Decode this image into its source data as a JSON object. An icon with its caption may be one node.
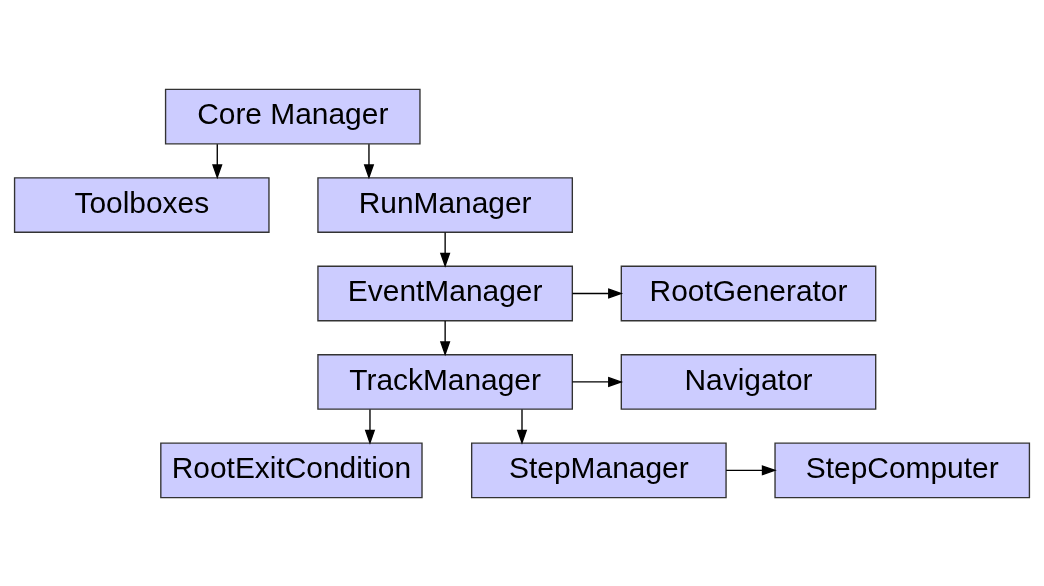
{
  "diagram": {
    "nodes": [
      {
        "text": [
          "Core Manager"
        ]
      },
      {
        "text": [
          "Toolboxes"
        ]
      },
      {
        "text": [
          "RunManager"
        ]
      },
      {
        "text": [
          "EventManager"
        ]
      },
      {
        "text": [
          "RootGenerator"
        ]
      },
      {
        "text": [
          "TrackManager"
        ]
      },
      {
        "text": [
          "Navigator"
        ]
      },
      {
        "text": [
          "RootExitCondition"
        ]
      },
      {
        "text": [
          "StepManager"
        ]
      },
      {
        "text": [
          "StepComputer"
        ]
      }
    ],
    "edges": [
      {
        "from": 0,
        "to": 1,
        "arrow": "to"
      },
      {
        "from": 0,
        "to": 2,
        "arrow": "to"
      },
      {
        "from": 2,
        "to": 3,
        "arrow": "to"
      },
      {
        "from": 3,
        "to": 4,
        "arrow": "to"
      },
      {
        "from": 3,
        "to": 5,
        "arrow": "to"
      },
      {
        "from": 5,
        "to": 6,
        "arrow": "to"
      },
      {
        "from": 5,
        "to": 7,
        "arrow": "to"
      },
      {
        "from": 5,
        "to": 8,
        "arrow": "to"
      },
      {
        "from": 8,
        "to": 9,
        "arrow": "to"
      }
    ]
  }
}
